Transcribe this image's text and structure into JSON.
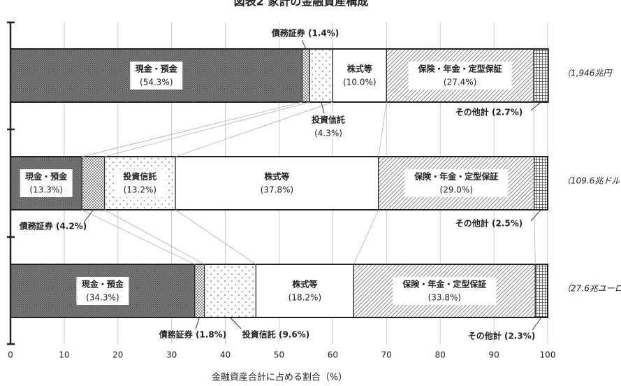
{
  "chart_data": {
    "type": "bar",
    "orientation": "horizontal",
    "stacked": true,
    "title": "図表2 家計の金融資産構成",
    "xlabel": "金融資産合計に占める割合（%）",
    "xlim": [
      0,
      100
    ],
    "xticks": [
      "0",
      "10",
      "20",
      "30",
      "40",
      "50",
      "60",
      "70",
      "80",
      "90",
      "100"
    ],
    "grid": true,
    "categories": [
      "",
      "",
      ""
    ],
    "totals": [
      "（1,946兆円",
      "（109.6兆ドル",
      "（27.6兆ユーロ"
    ],
    "series": [
      {
        "name": "現金・預金",
        "values": [
          54.3,
          13.3,
          34.3
        ],
        "labels": [
          "(54.3%)",
          "(13.3%)",
          "(34.3%)"
        ],
        "pattern": "dense"
      },
      {
        "name": "債務証券",
        "values": [
          1.4,
          4.2,
          1.8
        ],
        "labels": [
          "債務証券 (1.4%)",
          "債務証券 (4.2%)",
          "債務証券 (1.8%)"
        ],
        "pattern": "dots"
      },
      {
        "name": "投資信託",
        "values": [
          4.3,
          13.2,
          9.6
        ],
        "labels": [
          "(4.3%)",
          "(13.2%)",
          "投資信託 (9.6%)"
        ],
        "pattern": "sparse"
      },
      {
        "name": "株式等",
        "values": [
          10.0,
          37.8,
          18.2
        ],
        "labels": [
          "(10.0%)",
          "(37.8%)",
          "(18.2%)"
        ],
        "pattern": "white"
      },
      {
        "name": "保険・年金・定型保証",
        "values": [
          27.4,
          29.0,
          33.8
        ],
        "labels": [
          "(27.4%)",
          "(29.0%)",
          "(33.8%)"
        ],
        "pattern": "hatch"
      },
      {
        "name": "その他計",
        "values": [
          2.7,
          2.5,
          2.3
        ],
        "labels": [
          "その他計 (2.7%)",
          "その他計 (2.5%)",
          "その他計 (2.3%)"
        ],
        "pattern": "grid"
      }
    ]
  }
}
